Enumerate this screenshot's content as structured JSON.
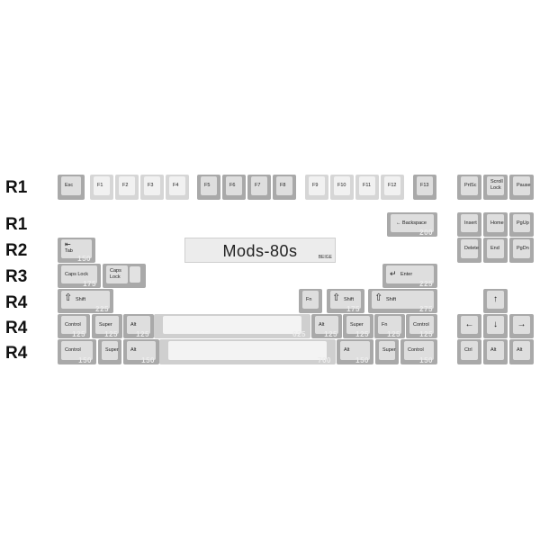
{
  "row_labels": [
    "R1",
    "R1",
    "R2",
    "R3",
    "R4",
    "R4",
    "R4"
  ],
  "logo": {
    "brand": "Mods-80s",
    "colorway": "BEIGE"
  },
  "keys": {
    "esc": "Esc",
    "f1": "F1",
    "f2": "F2",
    "f3": "F3",
    "f4": "F4",
    "f5": "F5",
    "f6": "F6",
    "f7": "F7",
    "f8": "F8",
    "f9": "F9",
    "f10": "F10",
    "f11": "F11",
    "f12": "F12",
    "f13": "F13",
    "prtsc": "PrtSc",
    "scroll_lock": "Scroll\nLock",
    "pause": "Pause",
    "backspace": "← Backspace",
    "insert": "Insert",
    "home": "Home",
    "pgup": "PgUp",
    "delete": "Delete",
    "end": "End",
    "pgdn": "PgDn",
    "tab": "Tab",
    "caps_lock_wide": "Caps Lock",
    "caps_lock_short": "Caps\nLock",
    "enter": "Enter",
    "shift": "Shift",
    "fn": "Fn",
    "control": "Control",
    "super": "Super",
    "alt": "Alt",
    "ctrl": "Ctrl"
  },
  "sizes": {
    "s150": "150",
    "s175": "175",
    "s200": "200",
    "s225": "225",
    "s275": "275",
    "s125": "125",
    "s625": "625",
    "s700": "700"
  },
  "icons": {
    "tab_arrow": "⇤",
    "enter_arrow": "↵",
    "shift_arrow": "⇧",
    "up": "↑",
    "down": "↓",
    "left": "←",
    "right": "→"
  }
}
